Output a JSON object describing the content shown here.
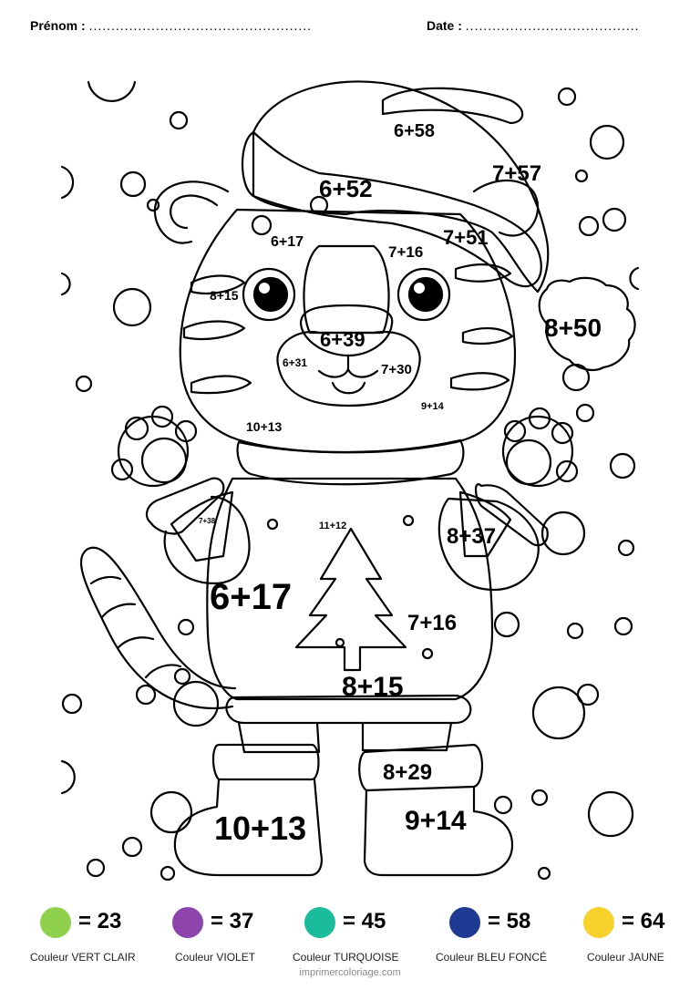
{
  "header": {
    "prenom_label": "Prénom :",
    "date_label": "Date :"
  },
  "drawing": {
    "subject": "tiger in santa hat and christmas sweater",
    "sums": [
      {
        "id": "hat-top",
        "text": "6+58"
      },
      {
        "id": "hat-side",
        "text": "7+57"
      },
      {
        "id": "hat-brim",
        "text": "6+52"
      },
      {
        "id": "forehead-left",
        "text": "6+17"
      },
      {
        "id": "nose-bridge",
        "text": "7+16"
      },
      {
        "id": "hat-brim-right",
        "text": "7+51"
      },
      {
        "id": "pompom",
        "text": "8+50"
      },
      {
        "id": "cheek-left",
        "text": "8+15"
      },
      {
        "id": "nose",
        "text": "6+39"
      },
      {
        "id": "muzzle-left",
        "text": "6+31"
      },
      {
        "id": "muzzle-right",
        "text": "7+30"
      },
      {
        "id": "cheek-right",
        "text": "9+14"
      },
      {
        "id": "chin",
        "text": "10+13"
      },
      {
        "id": "mitten-left",
        "text": "7+38"
      },
      {
        "id": "collar",
        "text": "11+12"
      },
      {
        "id": "mitten-right",
        "text": "8+37"
      },
      {
        "id": "sweater-left",
        "text": "6+17"
      },
      {
        "id": "sweater-right",
        "text": "7+16"
      },
      {
        "id": "sweater-bottom",
        "text": "8+15"
      },
      {
        "id": "boot-cuff-right",
        "text": "8+29"
      },
      {
        "id": "boot-left",
        "text": "10+13"
      },
      {
        "id": "boot-right",
        "text": "9+14"
      }
    ]
  },
  "legend": [
    {
      "value": "= 23",
      "label": "Couleur VERT CLAIR",
      "color": "#8fd14f"
    },
    {
      "value": "= 37",
      "label": "Couleur VIOLET",
      "color": "#8e44ad"
    },
    {
      "value": "= 45",
      "label": "Couleur TURQUOISE",
      "color": "#1abc9c"
    },
    {
      "value": "= 58",
      "label": "Couleur BLEU FONCÉ",
      "color": "#1f3a93"
    },
    {
      "value": "= 64",
      "label": "Couleur JAUNE",
      "color": "#f7d22d"
    }
  ],
  "footer": {
    "site": "imprimercoloriage.com"
  }
}
